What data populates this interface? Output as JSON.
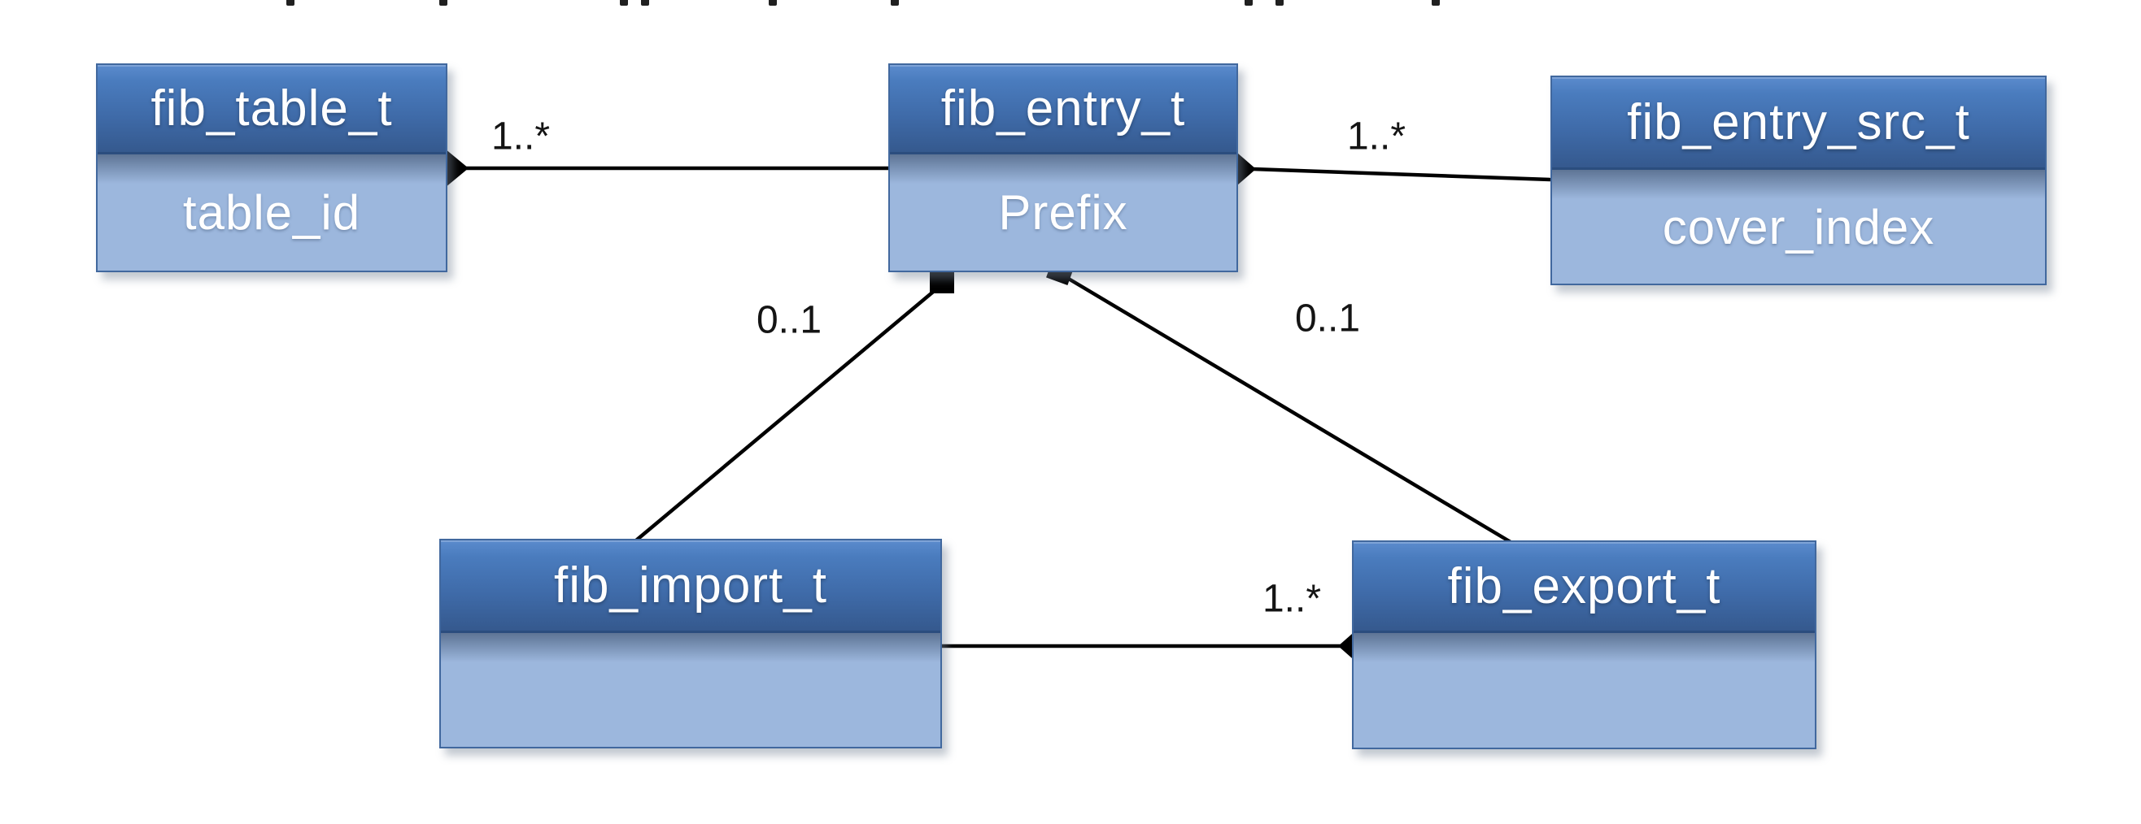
{
  "diagram": {
    "type": "uml-class-diagram",
    "background": "#ffffff",
    "colors": {
      "header_gradient_top": "#5b8bcd",
      "header_gradient_bottom": "#35598e",
      "body_fill": "#9cb7dd",
      "box_border": "#41689e",
      "connector": "#000000",
      "label_text": "#141414"
    },
    "entities": [
      {
        "title": "fib_table_t",
        "attribute": "table_id"
      },
      {
        "title": "fib_entry_t",
        "attribute": "Prefix"
      },
      {
        "title": "fib_entry_src_t",
        "attribute": "cover_index"
      },
      {
        "title": "fib_import_t",
        "attribute": ""
      },
      {
        "title": "fib_export_t",
        "attribute": ""
      }
    ],
    "relationships": [
      {
        "from": "fib_table_t",
        "to": "fib_entry_t",
        "multiplicity": "1..*",
        "marker": "filled-diamond",
        "marker_at": "fib_table_t"
      },
      {
        "from": "fib_entry_t",
        "to": "fib_entry_src_t",
        "multiplicity": "1..*",
        "marker": "filled-diamond",
        "marker_at": "fib_entry_t"
      },
      {
        "from": "fib_entry_t",
        "to": "fib_import_t",
        "multiplicity": "0..1",
        "marker": "filled-square",
        "marker_at": "fib_entry_t"
      },
      {
        "from": "fib_entry_t",
        "to": "fib_export_t",
        "multiplicity": "0..1",
        "marker": "filled-square",
        "marker_at": "fib_entry_t"
      },
      {
        "from": "fib_import_t",
        "to": "fib_export_t",
        "multiplicity": "1..*",
        "marker": "filled-diamond",
        "marker_at": "fib_export_t"
      }
    ],
    "artifacts": {
      "top_edge_text_fragments_x": [
        352,
        540,
        762,
        788,
        945,
        1095,
        1530,
        1568,
        1760
      ]
    }
  }
}
